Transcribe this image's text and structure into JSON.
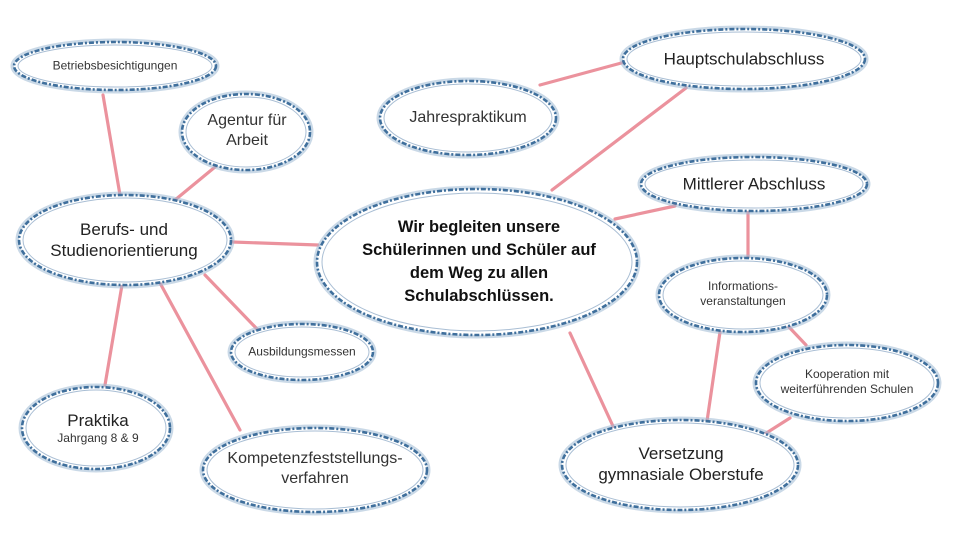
{
  "center": {
    "line1": "Wir begleiten unsere",
    "line2": "Schülerinnen und Schüler auf",
    "line3": "dem Weg zu allen",
    "line4": "Schulabschlüssen."
  },
  "nodes": {
    "betriebsbesichtigungen": "Betriebsbesichtigungen",
    "agentur_line1": "Agentur für",
    "agentur_line2": "Arbeit",
    "berufs_line1": "Berufs- und",
    "berufs_line2": "Studienorientierung",
    "ausbildungsmessen": "Ausbildungsmessen",
    "praktika": "Praktika",
    "praktika_sub": "Jahrgang 8 & 9",
    "kompetenz_line1": "Kompetenzfeststellungs-",
    "kompetenz_line2": "verfahren",
    "jahrespraktikum": "Jahrespraktikum",
    "hauptschulabschluss": "Hauptschulabschluss",
    "mittlerer_abschluss": "Mittlerer Abschluss",
    "info_line1": "Informations-",
    "info_line2": "veranstaltungen",
    "koop_line1": "Kooperation mit",
    "koop_line2": "weiterführenden Schulen",
    "versetzung_line1": "Versetzung",
    "versetzung_line2": "gymnasiale Oberstufe"
  },
  "colors": {
    "connector": "#e8808c",
    "bubble_outline": "#3f6f9c",
    "background": "#ffffff"
  }
}
